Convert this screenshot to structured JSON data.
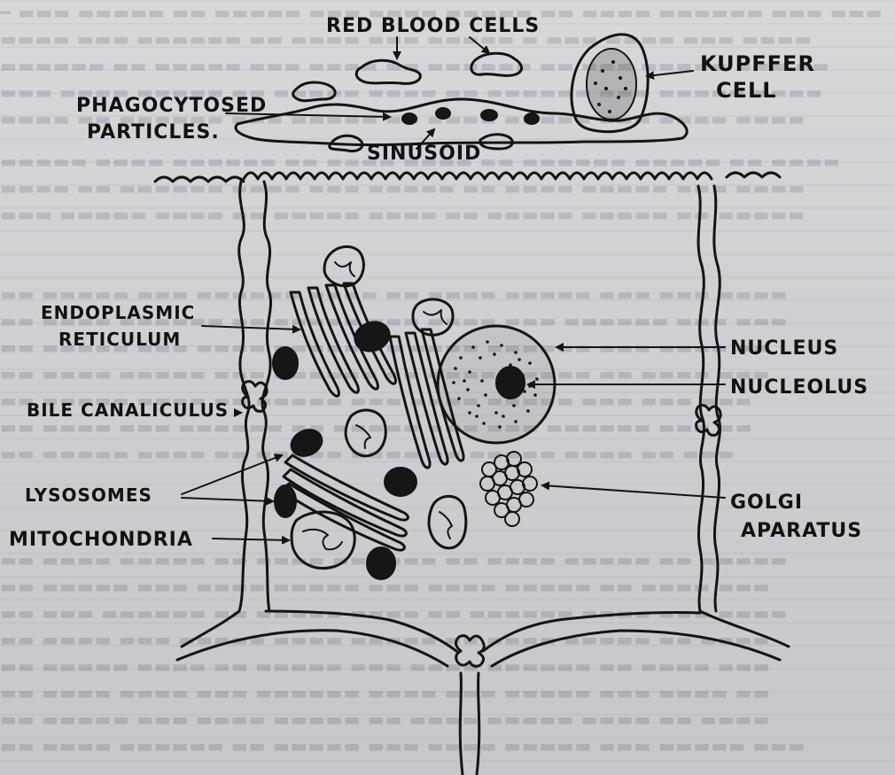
{
  "diagram": {
    "labels": {
      "red_blood_cells": "RED BLOOD CELLS",
      "kupffer_cell_1": "KUPFFER",
      "kupffer_cell_2": "CELL",
      "phagocytosed_1": "PHAGOCYTOSED",
      "phagocytosed_2": "PARTICLES.",
      "sinusoid": "SINUSOID",
      "endoplasmic_1": "ENDOPLASMIC",
      "endoplasmic_2": "RETICULUM",
      "bile_canaliculus": "BILE CANALICULUS",
      "lysosomes": "LYSOSOMES",
      "mitochondria": "MITOCHONDRIA",
      "nucleus": "NUCLEUS",
      "nucleolus": "NUCLEOLUS",
      "golgi_1": "GOLGI",
      "golgi_2": "APARATUS"
    },
    "colors": {
      "ink": "#141414",
      "paper": "#d2d2d6"
    }
  }
}
